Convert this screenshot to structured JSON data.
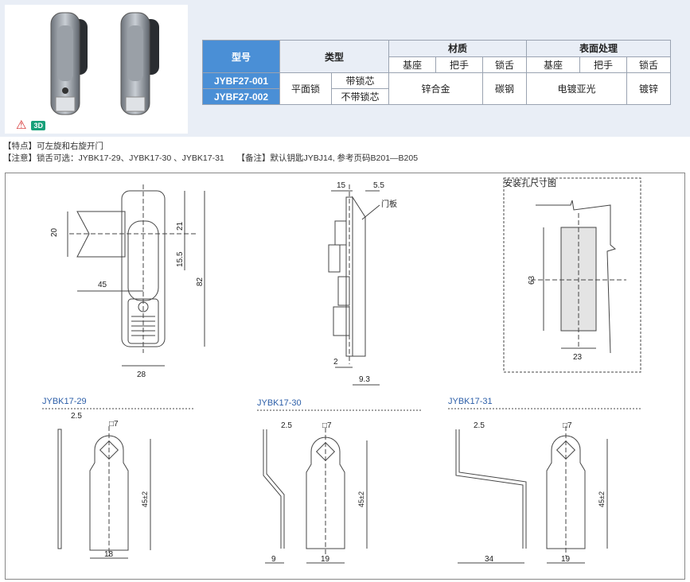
{
  "table": {
    "h_model": "型号",
    "h_type": "类型",
    "h_material": "材质",
    "h_surface": "表面处理",
    "sub_base": "基座",
    "sub_handle": "把手",
    "sub_tongue": "锁舌",
    "sub_base2": "基座",
    "sub_handle2": "把手",
    "sub_tongue2": "锁舌",
    "model1": "JYBF27-001",
    "model2": "JYBF27-002",
    "type_main": "平面锁",
    "type1": "带锁芯",
    "type2": "不带锁芯",
    "mat_base_handle": "锌合金",
    "mat_tongue": "碳钢",
    "surf_base_handle": "电镀亚光",
    "surf_tongue": "镀锌"
  },
  "badge": {
    "warning_icon": "warning-triangle-icon",
    "label_3d": "3D"
  },
  "notes": {
    "line1": "【特点】可左旋和右旋开门",
    "line2": "【注意】锁舌可选：JYBK17-29、JYBK17-30 、JYBK17-31　　【备注】默认钥匙JYBJ14, 参考页码B201—B205"
  },
  "drawing": {
    "d20": "20",
    "d21": "21",
    "d15_5": "15.5",
    "d45": "45",
    "d82": "82",
    "d28": "28",
    "d15": "15",
    "d5_5": "5.5",
    "door": "门板",
    "d2": "2",
    "d9_3": "9.3",
    "hole_title": "安装孔尺寸图",
    "d63": "63",
    "d23": "23",
    "k29": "JYBK17-29",
    "k30": "JYBK17-30",
    "k31": "JYBK17-31",
    "t2_5": "2.5",
    "sq7": "□7",
    "d45tol": "45±2",
    "d18": "18",
    "d9": "9",
    "d19": "19",
    "d34": "34",
    "d19b": "19"
  },
  "colors": {
    "header_blue": "#4a8fd6",
    "label_blue": "#2b5ea8",
    "panel_bg": "#e9eef6"
  }
}
